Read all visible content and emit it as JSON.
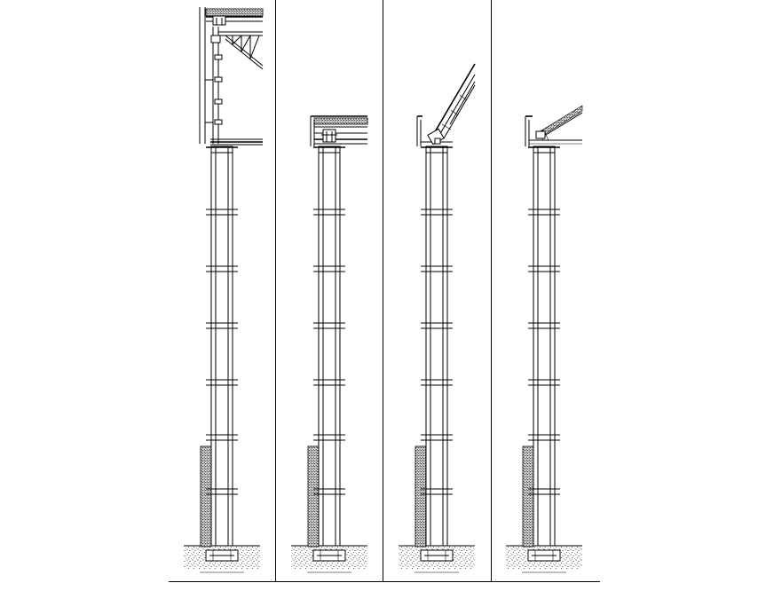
{
  "drawing": {
    "sections": [
      {
        "id": "a",
        "caption_line1": "",
        "caption_line2": ""
      },
      {
        "id": "b",
        "caption_line1": "",
        "caption_line2": ""
      },
      {
        "id": "c",
        "caption_line1": "",
        "caption_line2": ""
      },
      {
        "id": "d",
        "caption_line1": "",
        "caption_line2": ""
      }
    ]
  }
}
